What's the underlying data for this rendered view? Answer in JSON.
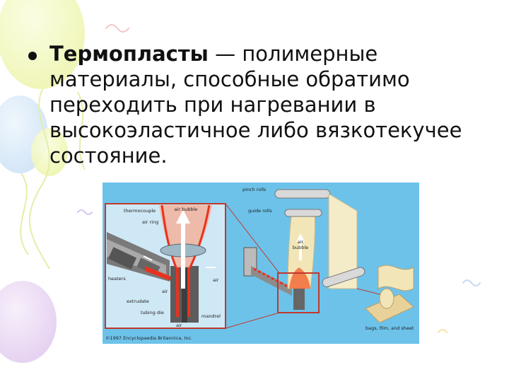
{
  "slide": {
    "term": "Термопласты",
    "definition": " — полимерные материалы, способные обратимо переходить при нагревании в высокоэластичное либо вязкотекучее состояние."
  },
  "figure": {
    "labels": {
      "thermocouple": "thermocouple",
      "air_bubble_top": "air bubble",
      "air_ring": "air ring",
      "heaters": "heaters",
      "extrudate": "extrudate",
      "tubing_die": "tubing die",
      "air_left": "air",
      "air_right": "air",
      "mandrel": "mandrel",
      "air_bottom": "air",
      "pinch_rolls": "pinch rolls",
      "guide_rolls": "guide rolls",
      "air_bubble_right_1": "air",
      "air_bubble_right_2": "bubble",
      "bags_film_sheet": "bags, film, and sheet",
      "copyright": "©1997 Encyclopaedia Britannica, Inc."
    },
    "colors": {
      "background": "#6dc2ea",
      "inset_border": "#c0392b",
      "molten_plastic": "#e8321e",
      "film": "#f2e6b8"
    }
  }
}
